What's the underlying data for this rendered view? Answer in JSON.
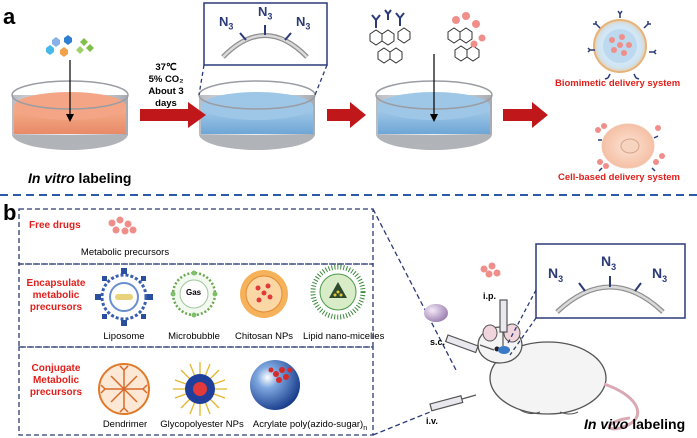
{
  "panel_a": {
    "letter": "a",
    "conditions": [
      "37℃",
      "5% CO₂",
      "About 3",
      "days"
    ],
    "azide": "N",
    "azide_sub": "3",
    "caption_italic": "In vitro",
    "caption_rest": " labeling",
    "outputs": [
      "Biomimetic  delivery system",
      "Cell-based  delivery system"
    ]
  },
  "panel_b": {
    "letter": "b",
    "rows": [
      {
        "title": [
          "Free drugs"
        ],
        "items": [
          "Metabolic precursors"
        ]
      },
      {
        "title": [
          "Encapsulate",
          "metabolic",
          "precursors"
        ],
        "items": [
          "Liposome",
          "Microbubble",
          "Chitosan NPs",
          "Lipid nano-micelles"
        ]
      },
      {
        "title": [
          "Conjugate",
          "Metabolic",
          "precursors"
        ],
        "items": [
          "Dendrimer",
          "Glycopolyester NPs",
          "Acrylate poly(azido-sugar)"
        ]
      }
    ],
    "acrylate_sub": "n",
    "gas_label": "Gas",
    "routes": [
      "s.c.",
      "i.p.",
      "i.v."
    ],
    "azide": "N",
    "azide_sub": "3",
    "caption_italic": "In vivo",
    "caption_rest": " labeling"
  },
  "colors": {
    "arrow": "#c0181a",
    "accent_red": "#e0201c",
    "frame": "#2b3a78",
    "pink": "#f08e8a",
    "blue": "#6ea6d6"
  }
}
